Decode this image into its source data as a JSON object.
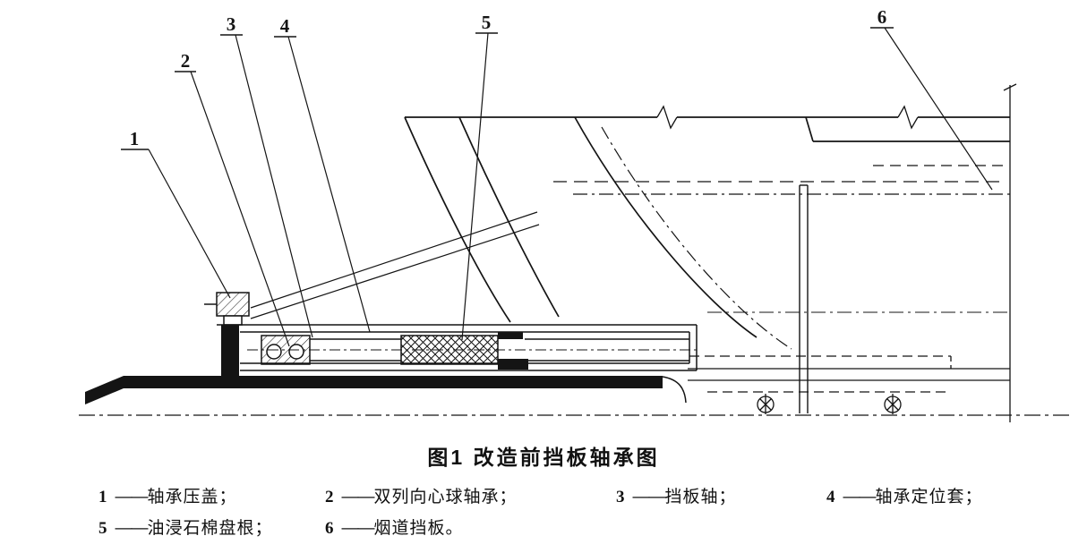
{
  "figure": {
    "title": "图1  改造前挡板轴承图"
  },
  "callouts": [
    "1",
    "2",
    "3",
    "4",
    "5",
    "6"
  ],
  "legend": {
    "items": [
      {
        "num": "1",
        "dash": "——",
        "label": "轴承压盖；"
      },
      {
        "num": "2",
        "dash": "——",
        "label": "双列向心球轴承；"
      },
      {
        "num": "3",
        "dash": "——",
        "label": "挡板轴；"
      },
      {
        "num": "4",
        "dash": "——",
        "label": "轴承定位套；"
      },
      {
        "num": "5",
        "dash": "——",
        "label": "油浸石棉盘根；"
      },
      {
        "num": "6",
        "dash": "——",
        "label": "烟道挡板。"
      }
    ]
  }
}
